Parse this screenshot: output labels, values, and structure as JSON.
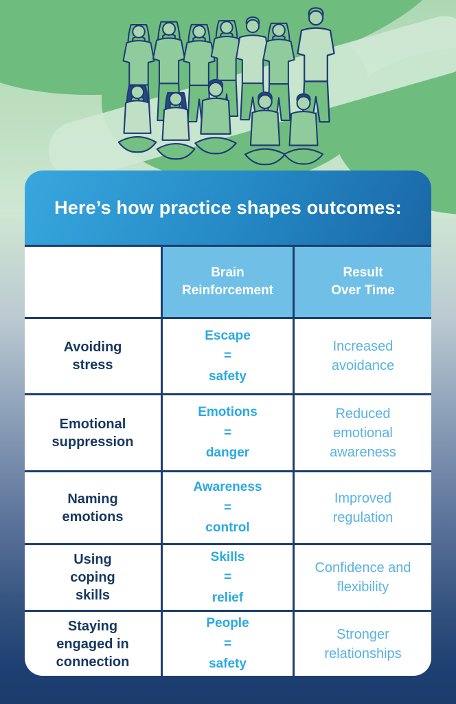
{
  "header": {
    "title": "Here’s how practice shapes outcomes:"
  },
  "illustration": {
    "alt": "group-of-teens-sketch"
  },
  "table": {
    "column_headers": [
      {
        "lines": [
          "Brain",
          "Reinforcement"
        ]
      },
      {
        "lines": [
          "Result",
          "Over Time"
        ]
      }
    ],
    "rows": [
      {
        "practice": [
          "Avoiding",
          "stress"
        ],
        "reinforcement": [
          "Escape",
          "=",
          "safety"
        ],
        "result": [
          "Increased",
          "avoidance"
        ]
      },
      {
        "practice": [
          "Emotional",
          "suppression"
        ],
        "reinforcement": [
          "Emotions",
          "=",
          "danger"
        ],
        "result": [
          "Reduced",
          "emotional",
          "awareness"
        ]
      },
      {
        "practice": [
          "Naming",
          "emotions"
        ],
        "reinforcement": [
          "Awareness",
          "=",
          "control"
        ],
        "result": [
          "Improved",
          "regulation"
        ]
      },
      {
        "practice": [
          "Using",
          "coping",
          "skills"
        ],
        "reinforcement": [
          "Skills",
          "=",
          "relief"
        ],
        "result": [
          "Confidence and",
          "flexibility"
        ]
      },
      {
        "practice": [
          "Staying",
          "engaged in",
          "connection"
        ],
        "reinforcement": [
          "People",
          "=",
          "safety"
        ],
        "result": [
          "Stronger",
          "relationships"
        ]
      }
    ]
  },
  "colors": {
    "header_gradient_start": "#38a7de",
    "header_gradient_end": "#1a67a7",
    "column_header_bg": "#6fbfe7",
    "table_border": "#1c3e6e",
    "practice_text": "#17375f",
    "reinforcement_text": "#29a9e1",
    "result_text": "#58b2e2",
    "background_green": "#6fbd7e",
    "background_light_green": "#cfe8d4",
    "background_navy": "#1d3f72",
    "illustration_line": "#1e3a78"
  }
}
